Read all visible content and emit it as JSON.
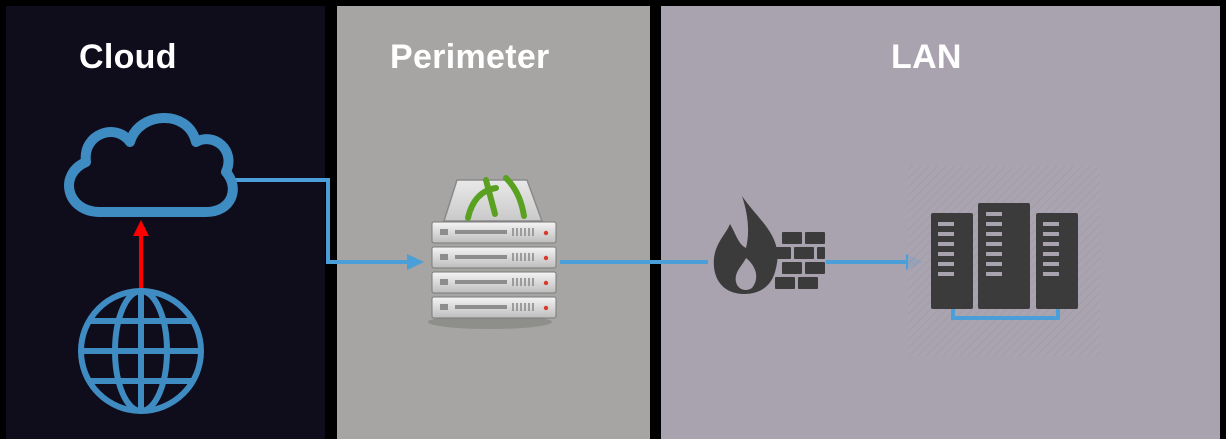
{
  "zones": [
    {
      "id": "cloud",
      "title": "Cloud",
      "background": "#0f0c1b"
    },
    {
      "id": "perimeter",
      "title": "Perimeter",
      "background": "#a6a5a3"
    },
    {
      "id": "lan",
      "title": "LAN",
      "background": "#a9a2af"
    }
  ],
  "nodes": [
    {
      "id": "internet",
      "icon": "globe-icon",
      "zone": "cloud"
    },
    {
      "id": "cloud",
      "icon": "cloud-icon",
      "zone": "cloud"
    },
    {
      "id": "perimeter-server",
      "icon": "server-stack-icon",
      "zone": "perimeter"
    },
    {
      "id": "firewall",
      "icon": "firewall-icon",
      "zone": "lan"
    },
    {
      "id": "lan-servers",
      "icon": "server-cluster-icon",
      "zone": "lan"
    }
  ],
  "connections": [
    {
      "from": "internet",
      "to": "cloud",
      "color": "#ff0000"
    },
    {
      "from": "cloud",
      "to": "perimeter-server",
      "color": "#4a9fd8"
    },
    {
      "from": "perimeter-server",
      "to": "firewall",
      "color": "#4a9fd8"
    },
    {
      "from": "firewall",
      "to": "lan-servers",
      "color": "#4a9fd8"
    }
  ],
  "colors": {
    "icon_blue": "#3f8cc2",
    "link_blue": "#4a9fd8",
    "alert_red": "#ff0000",
    "server_green": "#5aa021",
    "dark_icon": "#3b3b3b"
  }
}
